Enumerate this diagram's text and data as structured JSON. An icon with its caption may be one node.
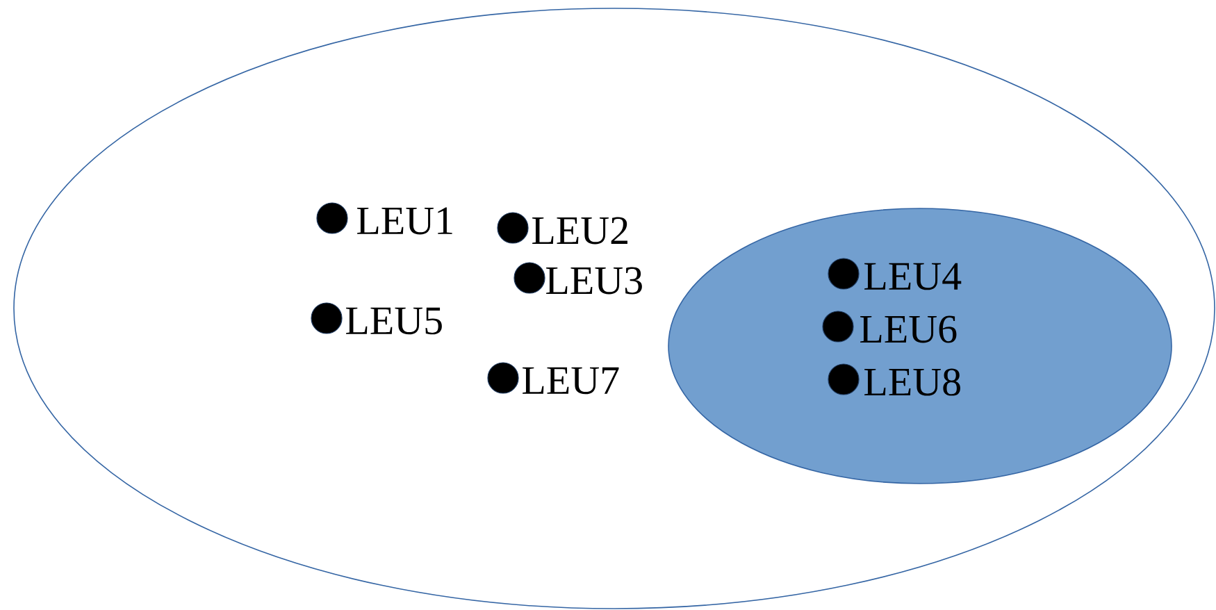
{
  "diagram": {
    "nodes": [
      {
        "text": [],
        "shape": "ellipse"
      },
      {
        "text": [],
        "shape": "ellipse",
        "in": 0
      },
      {
        "text": [
          "LEU1"
        ],
        "in": 0
      },
      {
        "text": [
          "LEU2"
        ],
        "in": 0
      },
      {
        "text": [
          "LEU3"
        ],
        "in": 0
      },
      {
        "text": [
          "LEU5"
        ],
        "in": 0
      },
      {
        "text": [
          "LEU7"
        ],
        "in": 0
      },
      {
        "text": [
          "LEU4"
        ],
        "in": 1
      },
      {
        "text": [
          "LEU6"
        ],
        "in": 1
      },
      {
        "text": [
          "LEU8"
        ],
        "in": 1
      }
    ],
    "edges": []
  }
}
